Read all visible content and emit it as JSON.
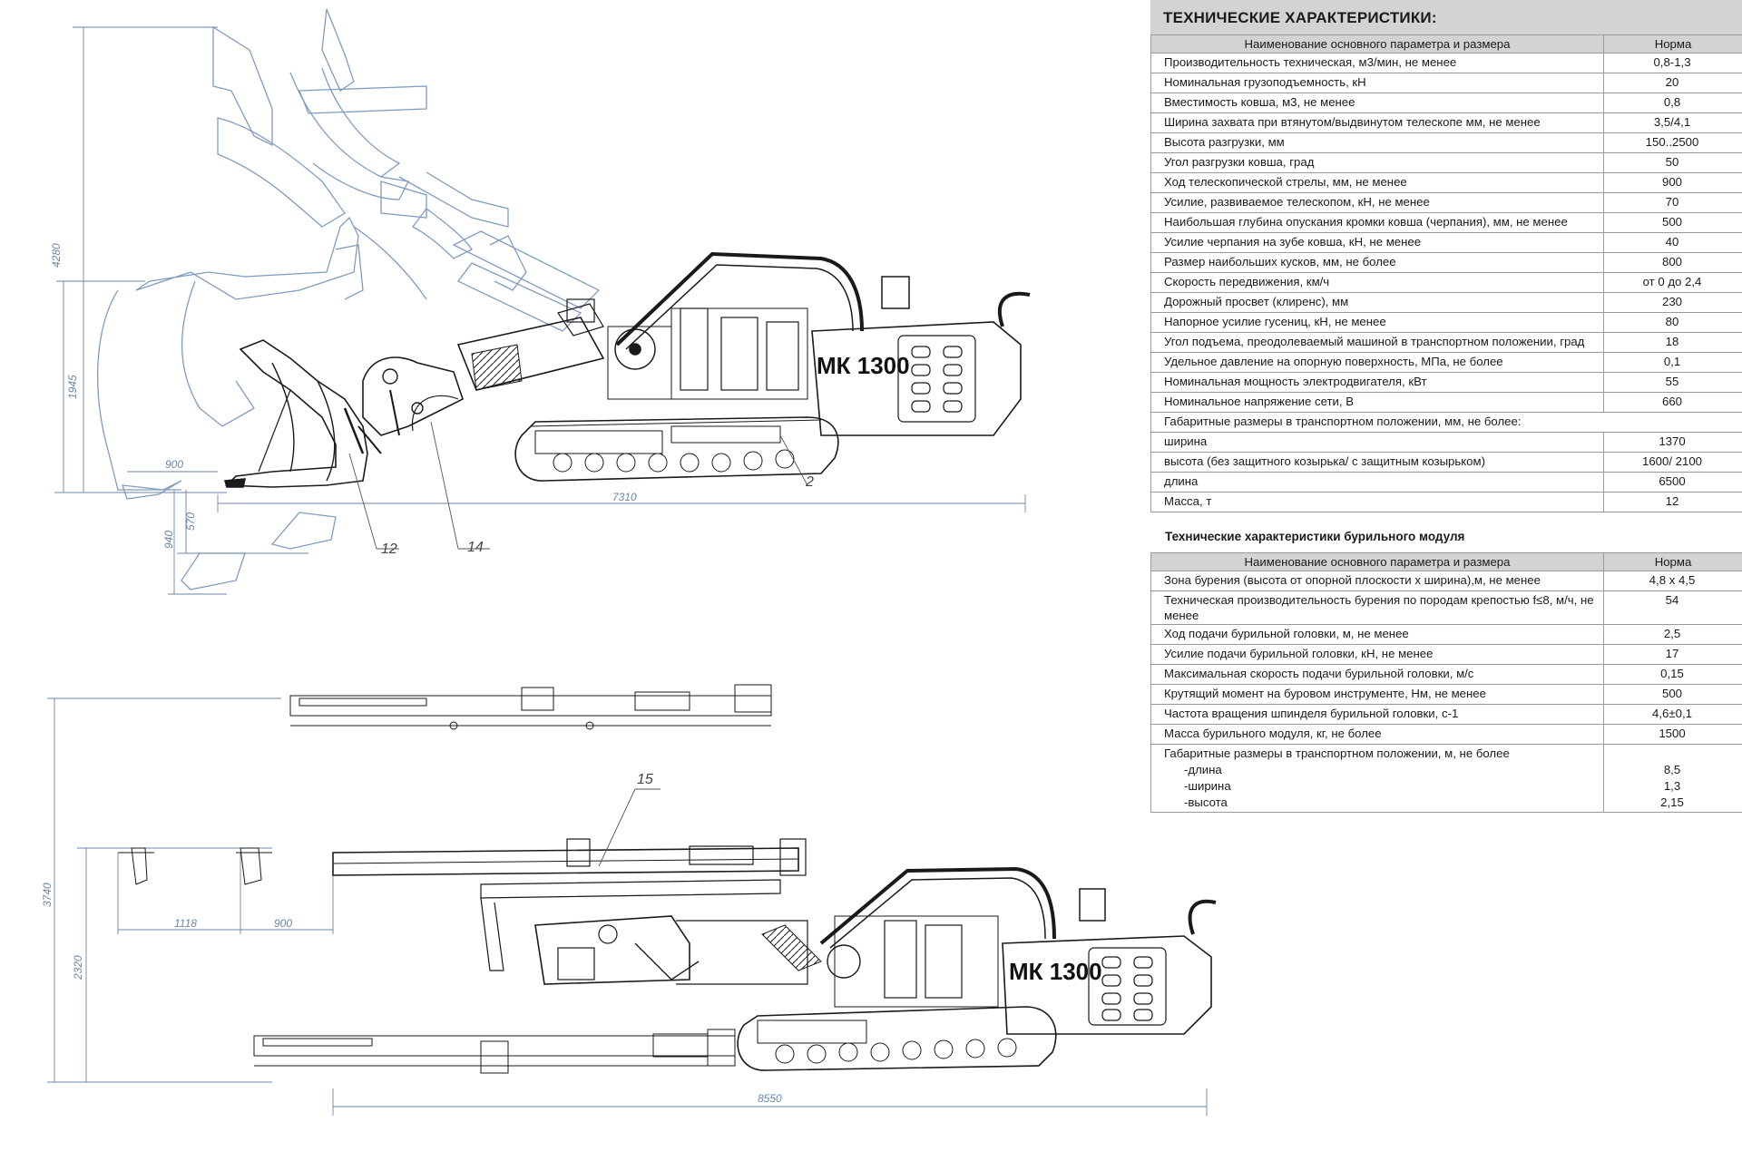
{
  "drawing": {
    "machine_label": "МК 1300",
    "top_view": {
      "dims": {
        "height_total": "4280",
        "height_mid": "1945",
        "reach": "900",
        "length": "7310",
        "depth1": "570",
        "depth2": "940"
      },
      "callouts": {
        "c12": "12",
        "c14": "14",
        "c2": "2"
      }
    },
    "bottom_view": {
      "dims": {
        "height_total": "3740",
        "height_mid": "2320",
        "d1118": "1118",
        "d900": "900",
        "length": "8550"
      },
      "callouts": {
        "c15": "15"
      }
    },
    "colors": {
      "line": "#1a1a1a",
      "blueprint": "#7f9cc0",
      "dim": "#6a86a8",
      "accent": "#e07a3c"
    }
  },
  "specs": {
    "title": "ТЕХНИЧЕСКИЕ ХАРАКТЕРИСТИКИ:",
    "header": {
      "param": "Наименование основного параметра и размера",
      "value": "Норма"
    },
    "rows": [
      {
        "param": "Производительность техническая, м3/мин, не менее",
        "value": "0,8-1,3"
      },
      {
        "param": "Номинальная грузоподъемность, кН",
        "value": "20"
      },
      {
        "param": "Вместимость ковша, м3, не менее",
        "value": "0,8"
      },
      {
        "param": "Ширина захвата при втянутом/выдвинутом телескопе мм, не менее",
        "value": "3,5/4,1"
      },
      {
        "param": "Высота разгрузки, мм",
        "value": "150..2500"
      },
      {
        "param": "Угол разгрузки ковша, град",
        "value": "50"
      },
      {
        "param": "Ход телескопической стрелы, мм, не менее",
        "value": "900"
      },
      {
        "param": "Усилие, развиваемое телескопом, кН, не менее",
        "value": "70"
      },
      {
        "param": "Наибольшая глубина опускания кромки ковша (черпания), мм, не менее",
        "value": "500"
      },
      {
        "param": "Усилие черпания на зубе ковша, кН, не менее",
        "value": "40"
      },
      {
        "param": "Размер наибольших кусков, мм, не более",
        "value": "800"
      },
      {
        "param": "Скорость передвижения, км/ч",
        "value": "от 0 до 2,4"
      },
      {
        "param": "Дорожный просвет (клиренс), мм",
        "value": "230"
      },
      {
        "param": "Напорное усилие гусениц, кН, не менее",
        "value": "80"
      },
      {
        "param": "Угол подъема, преодолеваемый машиной в транспортном положении, град",
        "value": "18"
      },
      {
        "param": "Удельное давление на опорную поверхность, МПа, не более",
        "value": "0,1"
      },
      {
        "param": "Номинальная мощность электродвигателя, кВт",
        "value": "55"
      },
      {
        "param": "Номинальное напряжение сети, В",
        "value": "660"
      }
    ],
    "dims_header": "Габаритные размеры в транспортном положении, мм, не более:",
    "dims_rows": [
      {
        "param": "ширина",
        "value": "1370"
      },
      {
        "param": "высота (без защитного козырька/ с защитным козырьком)",
        "value": "1600/ 2100"
      },
      {
        "param": "длина",
        "value": "6500"
      },
      {
        "param": "Масса, т",
        "value": "12"
      }
    ]
  },
  "drill_specs": {
    "title": "Технические характеристики бурильного модуля",
    "header": {
      "param": "Наименование основного параметра и размера",
      "value": "Норма"
    },
    "rows": [
      {
        "param": "Зона бурения (высота от опорной плоскости х ширина),м, не менее",
        "value": "4,8 х 4,5"
      },
      {
        "param": "Техническая производительность бурения по породам крепостью f≤8, м/ч,  не менее",
        "value": "54"
      },
      {
        "param": "Ход подачи бурильной головки, м, не менее",
        "value": "2,5"
      },
      {
        "param": "Усилие подачи бурильной головки, кН, не менее",
        "value": "17"
      },
      {
        "param": "Максимальная скорость подачи бурильной головки, м/с",
        "value": "0,15"
      },
      {
        "param": "Крутящий момент на буровом инструменте, Нм, не менее",
        "value": "500"
      },
      {
        "param": "Частота вращения  шпинделя бурильной головки, с-1",
        "value": "4,6±0,1"
      },
      {
        "param": "Масса бурильного модуля, кг, не более",
        "value": "1500"
      }
    ],
    "dims": {
      "header": "Габаритные размеры в транспортном положении, м, не более",
      "items": [
        {
          "param": "-длина",
          "value": "8,5"
        },
        {
          "param": "-ширина",
          "value": "1,3"
        },
        {
          "param": "-высота",
          "value": "2,15"
        }
      ]
    }
  }
}
